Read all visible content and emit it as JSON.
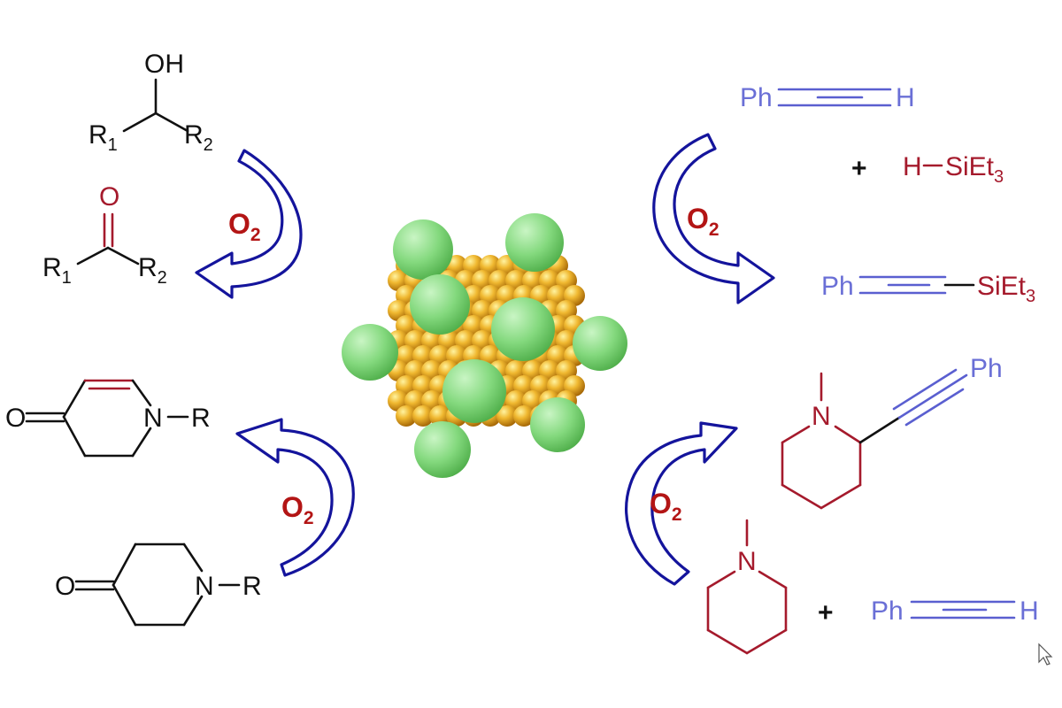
{
  "reaction_1": {
    "reactant": {
      "oh": "OH",
      "r1": "R",
      "r1_sub": "1",
      "r2": "R",
      "r2_sub": "2"
    },
    "product": {
      "o": "O",
      "r1": "R",
      "r1_sub": "1",
      "r2": "R",
      "r2_sub": "2"
    },
    "oxidant": {
      "symbol": "O",
      "sub": "2"
    }
  },
  "reaction_2": {
    "reactant": {
      "o": "O",
      "n": "N",
      "r": "R"
    },
    "product": {
      "o": "O",
      "n": "N",
      "r": "R"
    },
    "oxidant": {
      "symbol": "O",
      "sub": "2"
    }
  },
  "reaction_3": {
    "reactant_a": {
      "ph": "Ph",
      "h": "H"
    },
    "plus": "+",
    "reactant_b": {
      "h": "H",
      "si": "SiEt",
      "si_sub": "3"
    },
    "product": {
      "ph": "Ph",
      "si": "SiEt",
      "si_sub": "3"
    },
    "oxidant": {
      "symbol": "O",
      "sub": "2"
    }
  },
  "reaction_4": {
    "reactant_a": {
      "n": "N"
    },
    "plus": "+",
    "reactant_b": {
      "ph": "Ph",
      "h": "H"
    },
    "product": {
      "n": "N",
      "ph": "Ph"
    },
    "oxidant": {
      "symbol": "O",
      "sub": "2"
    }
  },
  "colors": {
    "arrow_stroke": "#14149c",
    "oxidant_text": "#b31515",
    "alkyne_blue": "#6a6fd6",
    "product_red": "#a51a2c",
    "gold": "#e0a21c",
    "ligand_green": "#7fd67f"
  },
  "icons": {
    "catalyst": "gold-nanocluster-icon",
    "cursor": "mouse-pointer-icon"
  }
}
